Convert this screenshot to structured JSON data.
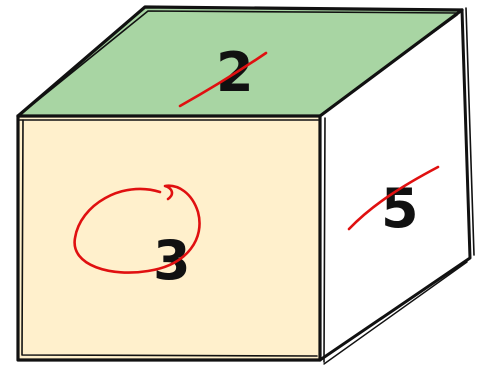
{
  "faces": {
    "top": {
      "number": "2",
      "color": "#a8d5a3",
      "mark": "strike"
    },
    "front": {
      "number": "3",
      "color": "#fff0cc",
      "mark": "circle"
    },
    "side": {
      "number": "5",
      "color": "#ffffff",
      "mark": "strike"
    }
  },
  "colors": {
    "outline": "#111111",
    "annotation": "#e01010"
  }
}
